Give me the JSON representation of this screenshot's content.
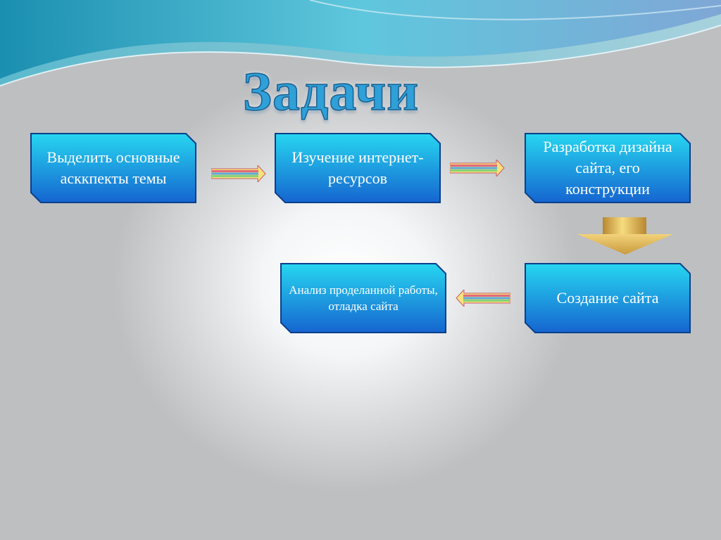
{
  "slide": {
    "title": "Задачи"
  },
  "flow": {
    "steps": [
      {
        "label": "Выделить основные асккпекты темы"
      },
      {
        "label": "Изучение интернет-ресурсов"
      },
      {
        "label": "Разработка дизайна сайта, его конструкции"
      },
      {
        "label": "Создание сайта"
      },
      {
        "label": "Анализ проделанной работы, отладка сайта"
      }
    ]
  },
  "colors": {
    "box_top": "#27d6f0",
    "box_bottom": "#1565d0",
    "box_border": "#0b3f8a",
    "title": "#2fa0d8",
    "arrow_gold": "#f2d068"
  }
}
